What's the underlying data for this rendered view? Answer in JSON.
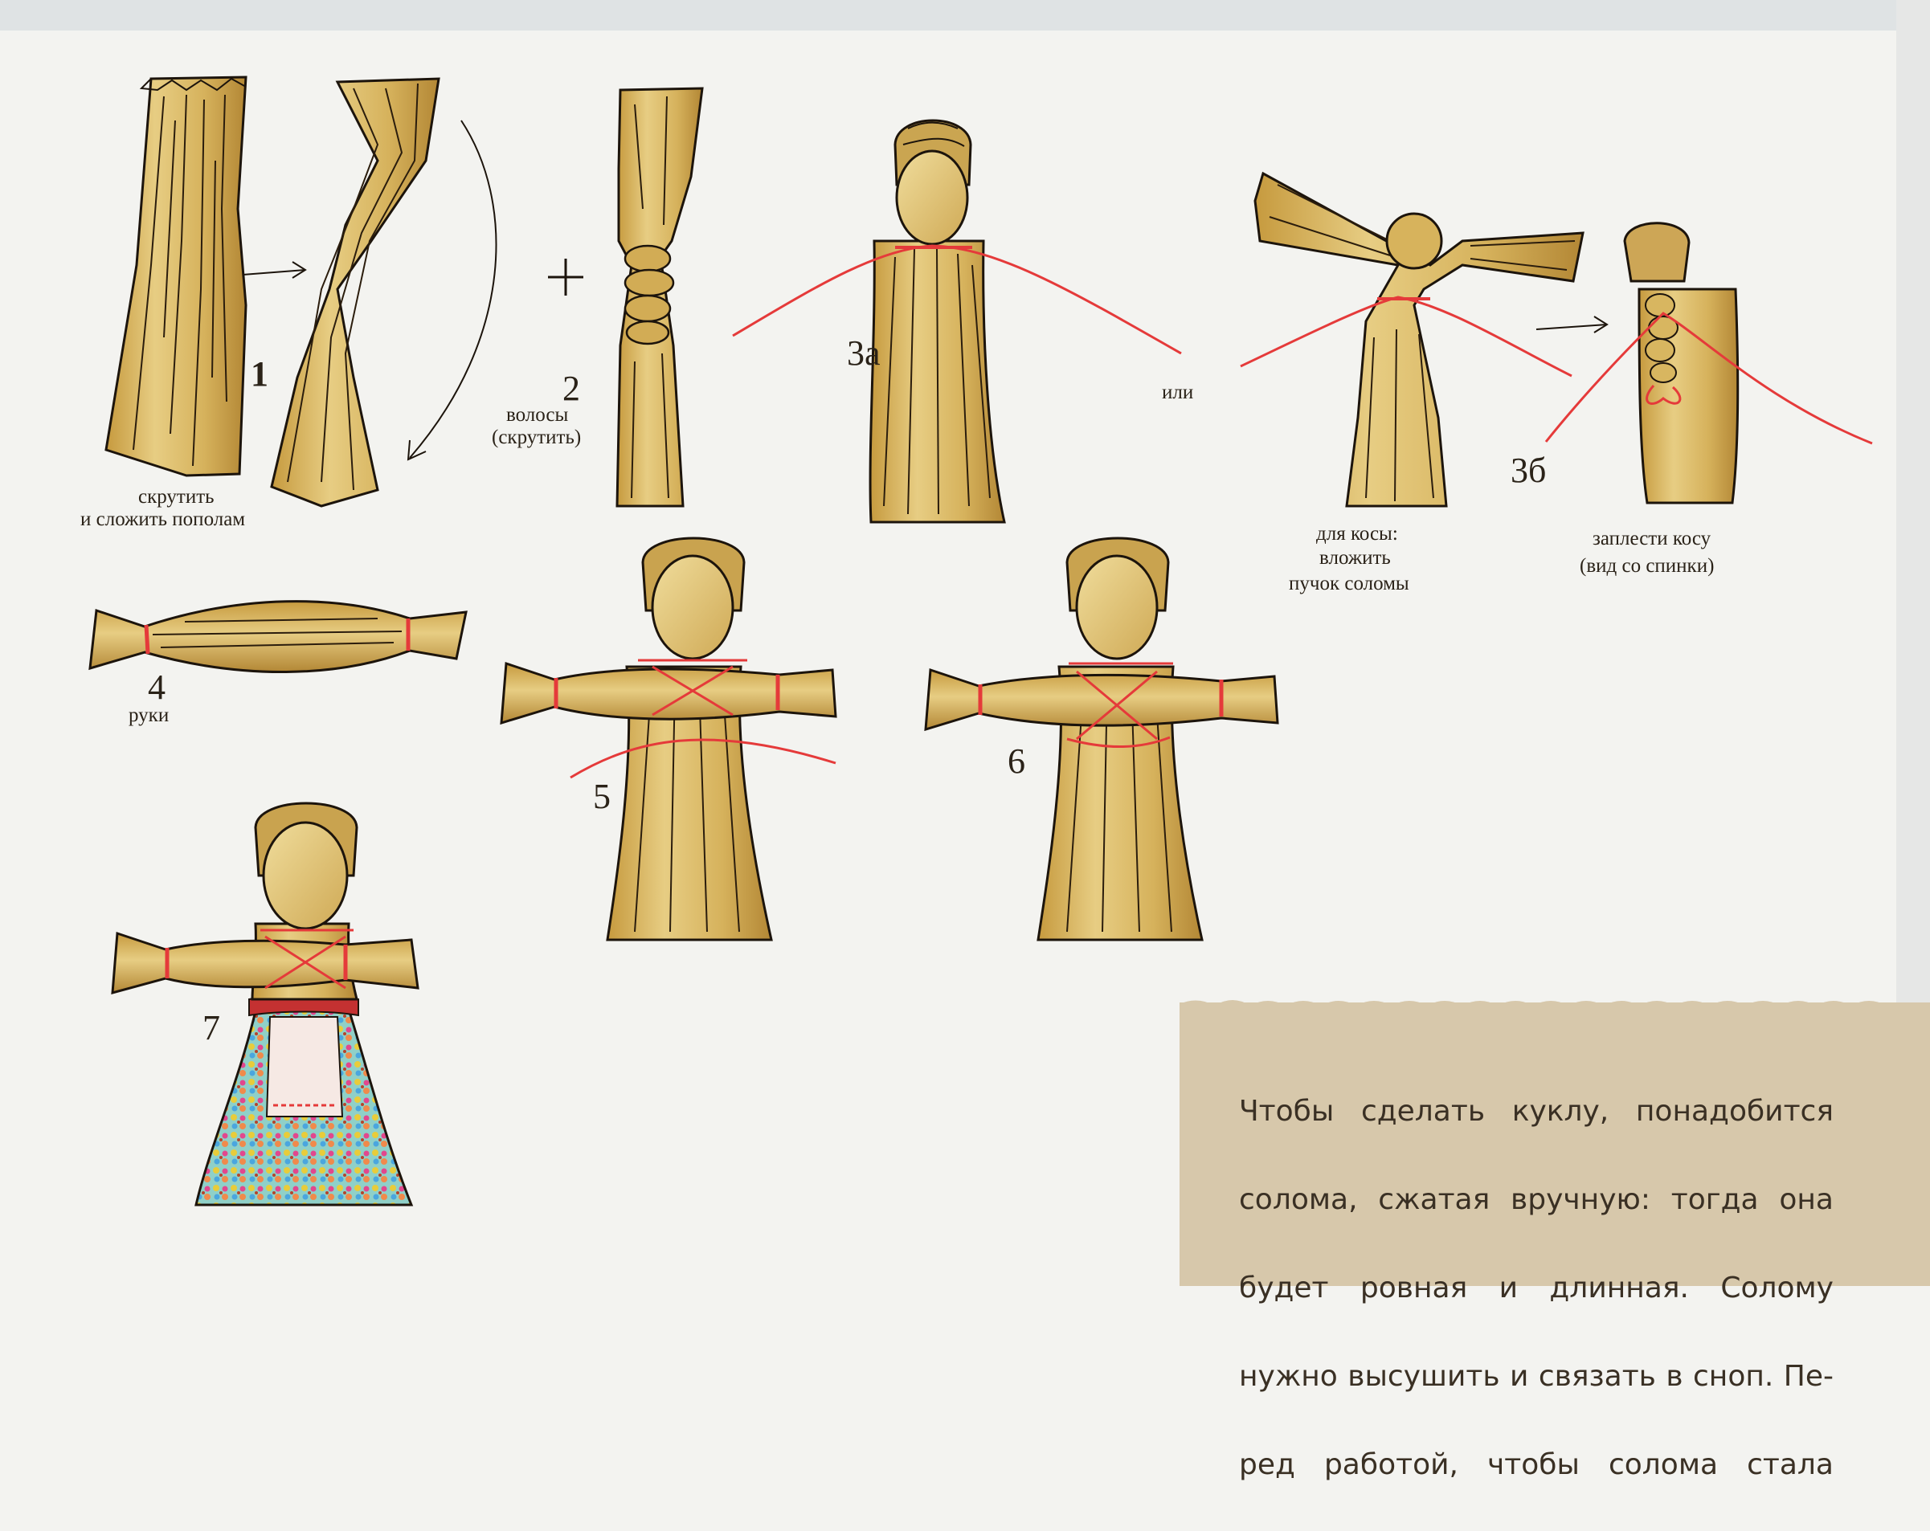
{
  "colors": {
    "straw": "#d9b865",
    "straw_shade": "#b48b34",
    "ink": "#1c140c",
    "thread": "#e53a3a",
    "paper": "#f3f3f0",
    "note_bg": "#d7c8ab"
  },
  "steps": {
    "s1": {
      "number": "1",
      "caption_line1": "скрутить",
      "caption_line2": "и сложить пополам"
    },
    "s2": {
      "number": "2",
      "caption_line1": "волосы",
      "caption_line2": "(скрутить)",
      "plus": "+"
    },
    "s3a": {
      "number": "3а"
    },
    "or": "или",
    "s3b": {
      "number": "3б",
      "caption_a_line1": "для косы:",
      "caption_a_line2": "вложить",
      "caption_a_line3": "пучок соломы",
      "caption_b_line1": "заплести косу",
      "caption_b_line2": "(вид со спинки)"
    },
    "s4": {
      "number": "4",
      "caption": "руки"
    },
    "s5": {
      "number": "5"
    },
    "s6": {
      "number": "6"
    },
    "s7": {
      "number": "7"
    }
  },
  "note": {
    "lines": [
      "Чтобы сделать куклу, понадобится",
      "солома, сжатая вручную: тогда она",
      "будет ровная и длинная. Солому",
      "нужно высушить и связать в сноп. Пе-",
      "ред работой, чтобы солома стала"
    ]
  }
}
